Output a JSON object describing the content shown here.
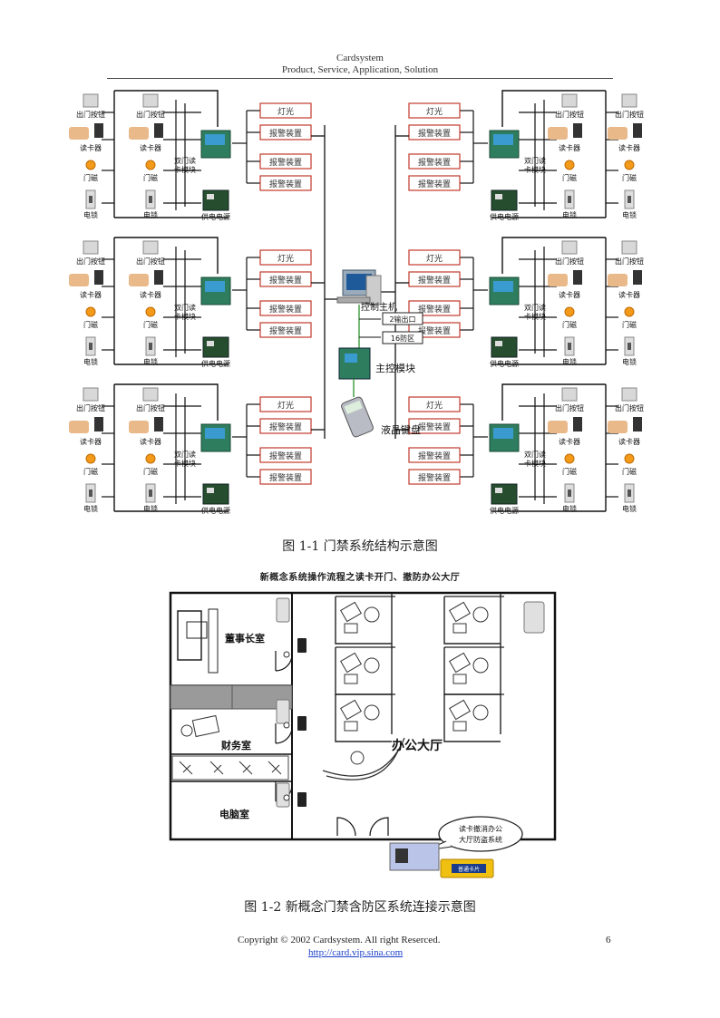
{
  "header": {
    "company": "Cardsystem",
    "tagline": "Product, Service, Application, Solution"
  },
  "fig1": {
    "caption": "图 1-1  门禁系统结构示意图",
    "labels": {
      "exit_button": "出门按钮",
      "card_reader": "读卡器",
      "door_magnet": "门磁",
      "lock": "电锁",
      "module": "双门读卡模块",
      "module_l1": "双门读",
      "module_l2": "卡模块",
      "power": "供电电源",
      "light": "灯光",
      "alarm": "报警装置",
      "host": "控制主机",
      "port1": "2输出口",
      "port2": "16防区",
      "main_module": "主控模块",
      "lcd": "液晶键盘"
    }
  },
  "fig2": {
    "title": "新概念系统操作流程之读卡开门、撤防办公大厅",
    "caption": "图 1-2  新概念门禁含防区系统连接示意图",
    "rooms": {
      "chairman": "董事长室",
      "finance": "财务室",
      "computer": "电脑室",
      "hall": "办公大厅"
    },
    "bubble_l1": "读卡撤消办公",
    "bubble_l2": "大厅防盗系统",
    "card_label": "普通卡片"
  },
  "footer": {
    "copyright": "Copyright © 2002 Cardsystem. All right Reserced.",
    "page": "6",
    "url": "http://card.vip.sina.com"
  }
}
